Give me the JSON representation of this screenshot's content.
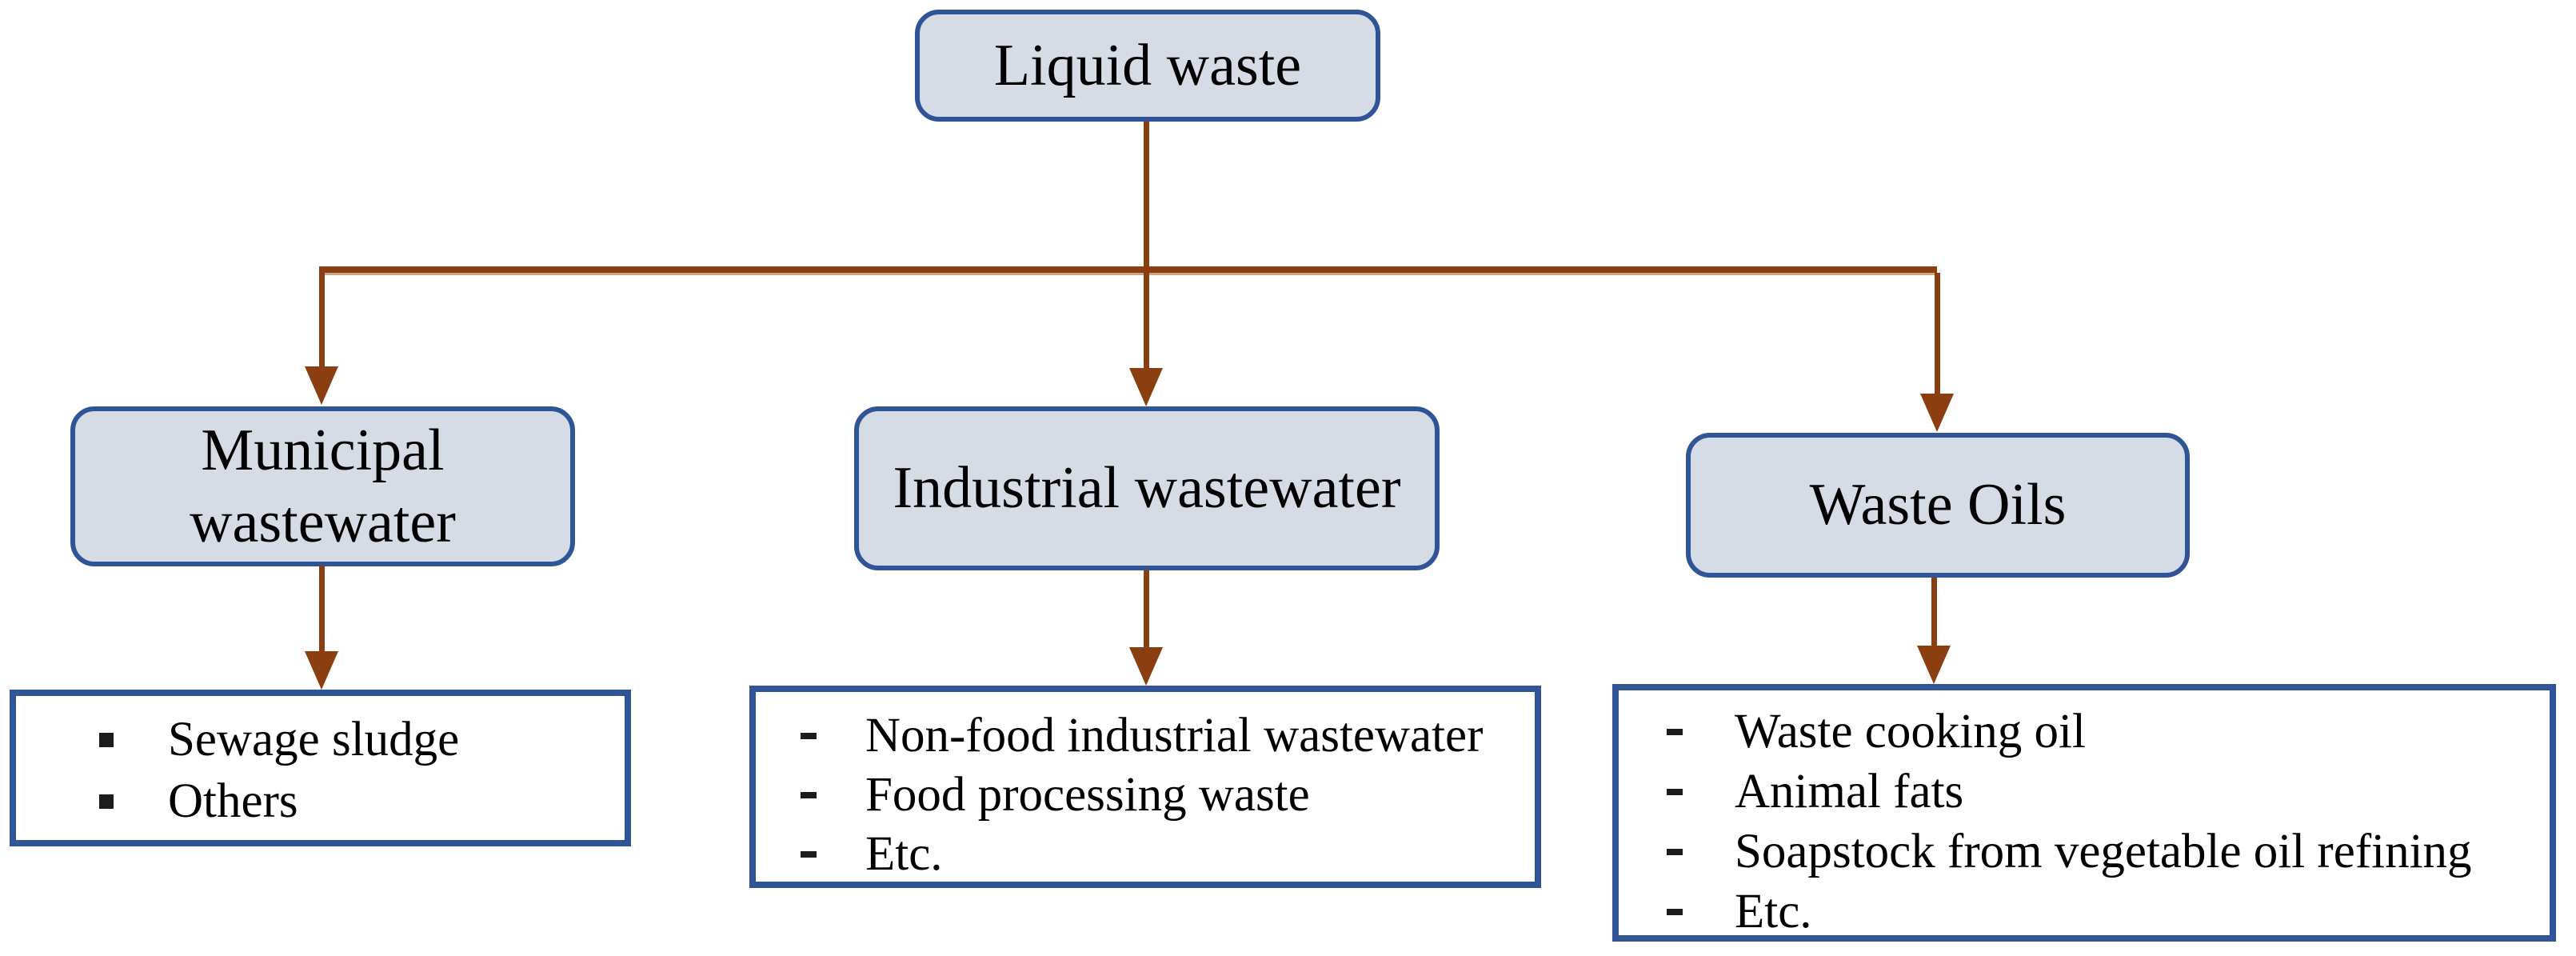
{
  "diagram": {
    "title_node": {
      "label": "Liquid waste"
    },
    "branches": [
      {
        "label": "Municipal wastewater",
        "bullet_style": "square",
        "items": [
          "Sewage sludge",
          "Others"
        ]
      },
      {
        "label": "Industrial wastewater",
        "bullet_style": "dash",
        "items": [
          "Non-food industrial wastewater",
          "Food processing waste",
          "Etc."
        ]
      },
      {
        "label": "Waste Oils",
        "bullet_style": "dash",
        "items": [
          "Waste cooking oil",
          "Animal fats",
          "Soapstock from vegetable oil refining",
          "Etc."
        ]
      }
    ],
    "colors": {
      "node_fill": "#d6dce5",
      "node_border": "#2f5597",
      "list_border": "#2f5597",
      "arrow": "#8b3e0f",
      "text": "#000000",
      "background": "#ffffff"
    }
  }
}
